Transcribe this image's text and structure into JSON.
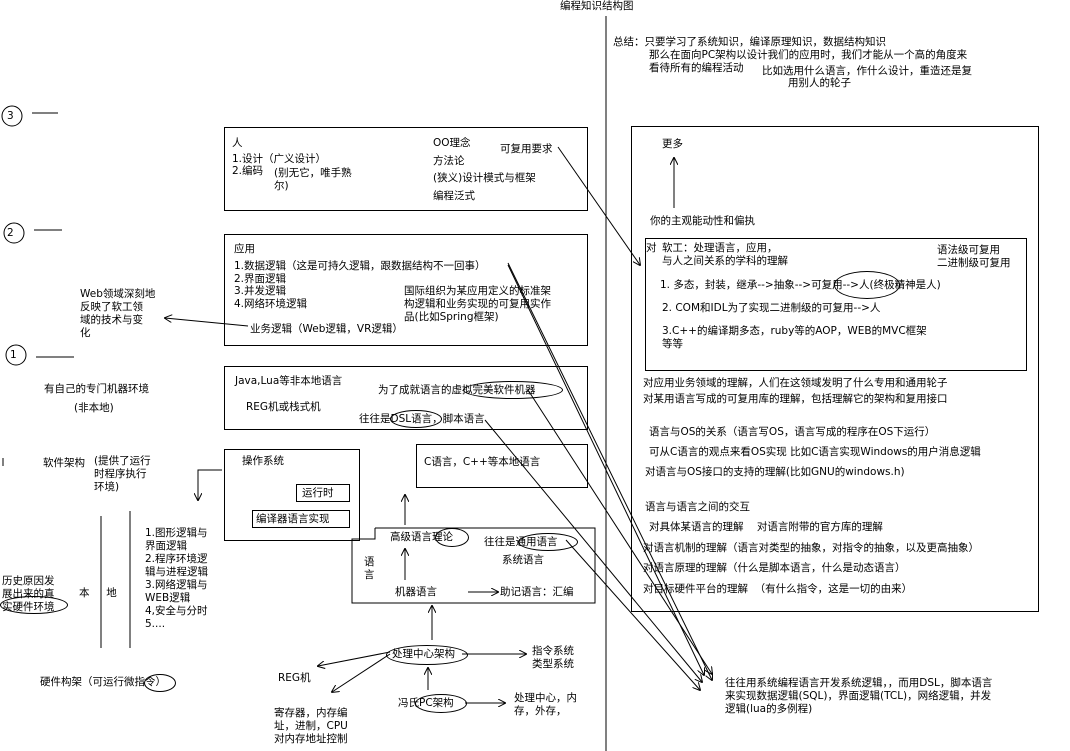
{
  "title": "编程知识结构图",
  "summary": {
    "l1": "总结：只要学习了系统知识，编译原理知识，数据结构知识",
    "l2": "那么在面向PC架构以设计我们的应用时，我们才能从一个高的角度来",
    "l3": "看待所有的编程活动",
    "l4": "比如选用什么语言，作什么设计，重造还是复",
    "l5": "用别人的轮子"
  },
  "levels": {
    "l3": "3",
    "l2": "2",
    "l1": "1"
  },
  "left": {
    "web_note": "Web领域深刻地\n反映了软工领\n域的技术与变\n化",
    "own_env": "有自己的专门机器环境",
    "non_native": "(非本地)",
    "sw_arch": "软件架构",
    "sw_arch_note": "(提供了运行\n时程序执行\n环境)",
    "history": "历史原因发\n展出来的真\n实硬件环境",
    "native": "本     地",
    "list": "1.图形逻辑与\n界面逻辑\n2.程序环境逻\n辑与进程逻辑\n3.网络逻辑与\nWEB逻辑\n4,安全与分时\n5....",
    "hw_arch": "硬件构架（可运行微指令）",
    "reg": "REG机",
    "registers": "寄存器，内存编\n址，进制，CPU\n对内存地址控制"
  },
  "box_person": {
    "head": "人",
    "item1": "1.设计（广义设计）",
    "item2": "2.编码",
    "item2b": "(别无它，唯手熟\n尔)",
    "oo": "OO理念",
    "method": "方法论",
    "pattern": "(狭义)设计模式与框架",
    "paradigm": "编程泛式",
    "reuse": "可复用要求"
  },
  "box_app": {
    "head": "应用",
    "i1": "1.数据逻辑（这是可持久逻辑，跟数据结构不一回事）",
    "i2": "2.界面逻辑",
    "i3": "3.并发逻辑",
    "i4": "4.网络环境逻辑",
    "intl": "国际组织为某应用定义的标准架\n构逻辑和业务实现的可复用实作\n品(比如Spring框架)",
    "biz": "业务逻辑（Web逻辑，VR逻辑）"
  },
  "box_nonnative": {
    "l1": "Java,Lua等非本地语言",
    "l2": "为了成就语言的虚拟完美软件机器",
    "l3": "REG机或栈式机",
    "l4": "往往是DSL语言，脚本语言"
  },
  "box_os": {
    "head": "操作系统",
    "runtime": "运行时",
    "compiler": "编译器语言实现"
  },
  "box_c": {
    "text": "C语言，C++等本地语言"
  },
  "box_lang": {
    "high": "高级语言理论",
    "general": "往往是通用语言",
    "system": "系统语言",
    "lang": "语\n言",
    "machine": "机器语言",
    "asm": "助记语言：汇编"
  },
  "bottom": {
    "cpu_arch": "处理中心架构",
    "isa": "指令系统\n类型系统",
    "vn": "冯氏PC架构",
    "proc": "处理中心，内\n存，外存，"
  },
  "right_box": {
    "more": "更多",
    "subjective": "你的主观能动性和偏执",
    "dui": "对",
    "soft": "软工：处理语言，应用，\n与人之间关系的学科的理解",
    "grammar": "语法级可复用\n二进制级可复用",
    "r1": "1. 多态，封装，继承-->抽象-->可复用-->人(终极精神是人)",
    "r2": "2. COM和IDL为了实现二进制级的可复用-->人",
    "r3": "3.C++的编译期多态，ruby等的AOP，WEB的MVC框架\n等等",
    "p1": "对应用业务领域的理解，人们在这领域发明了什么专用和通用轮子",
    "p2": "对某用语言写成的可复用库的理解，包括理解它的架构和复用接口",
    "p3": "语言与OS的关系（语言写OS，语言写成的程序在OS下运行）",
    "p4": "可从C语言的观点来看OS实现 比如C语言实现Windows的用户消息逻辑",
    "p5": "对语言与OS接口的支持的理解(比如GNU的windows.h)",
    "p6": "语言与语言之间的交互",
    "p7": "对具体某语言的理解    对语言附带的官方库的理解",
    "p8": "对语言机制的理解（语言对类型的抽象，对指令的抽象，以及更高抽象）",
    "p9": "对语言原理的理解（什么是脚本语言，什么是动态语言）",
    "p10": "对目标硬件平台的理解  （有什么指令，这是一切的由来）"
  },
  "footnote": "往往用系统编程语言开发系统逻辑，，而用DSL，脚本语言\n来实现数据逻辑(SQL)，界面逻辑(TCL)，网络逻辑，并发\n逻辑(lua的多例程)"
}
